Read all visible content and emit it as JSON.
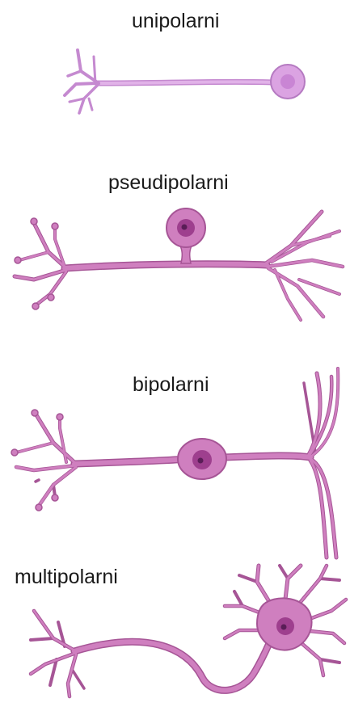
{
  "neurons": [
    {
      "id": "unipolar",
      "label": "unipolarni",
      "color": "#d79be0"
    },
    {
      "id": "pseudounipolar",
      "label": "pseudipolarni",
      "color": "#c873b8"
    },
    {
      "id": "bipolar",
      "label": "bipolarni",
      "color": "#c873b8"
    },
    {
      "id": "multipolar",
      "label": "multipolarni",
      "color": "#c873b8"
    }
  ],
  "colors": {
    "unipolar_fill": "#dba3e2",
    "unipolar_stroke": "#b57ac1",
    "neuron_fill": "#cf7fbf",
    "neuron_stroke": "#a65596",
    "nucleus": "#9e3f8e",
    "nucleolus": "#5a1d57"
  }
}
